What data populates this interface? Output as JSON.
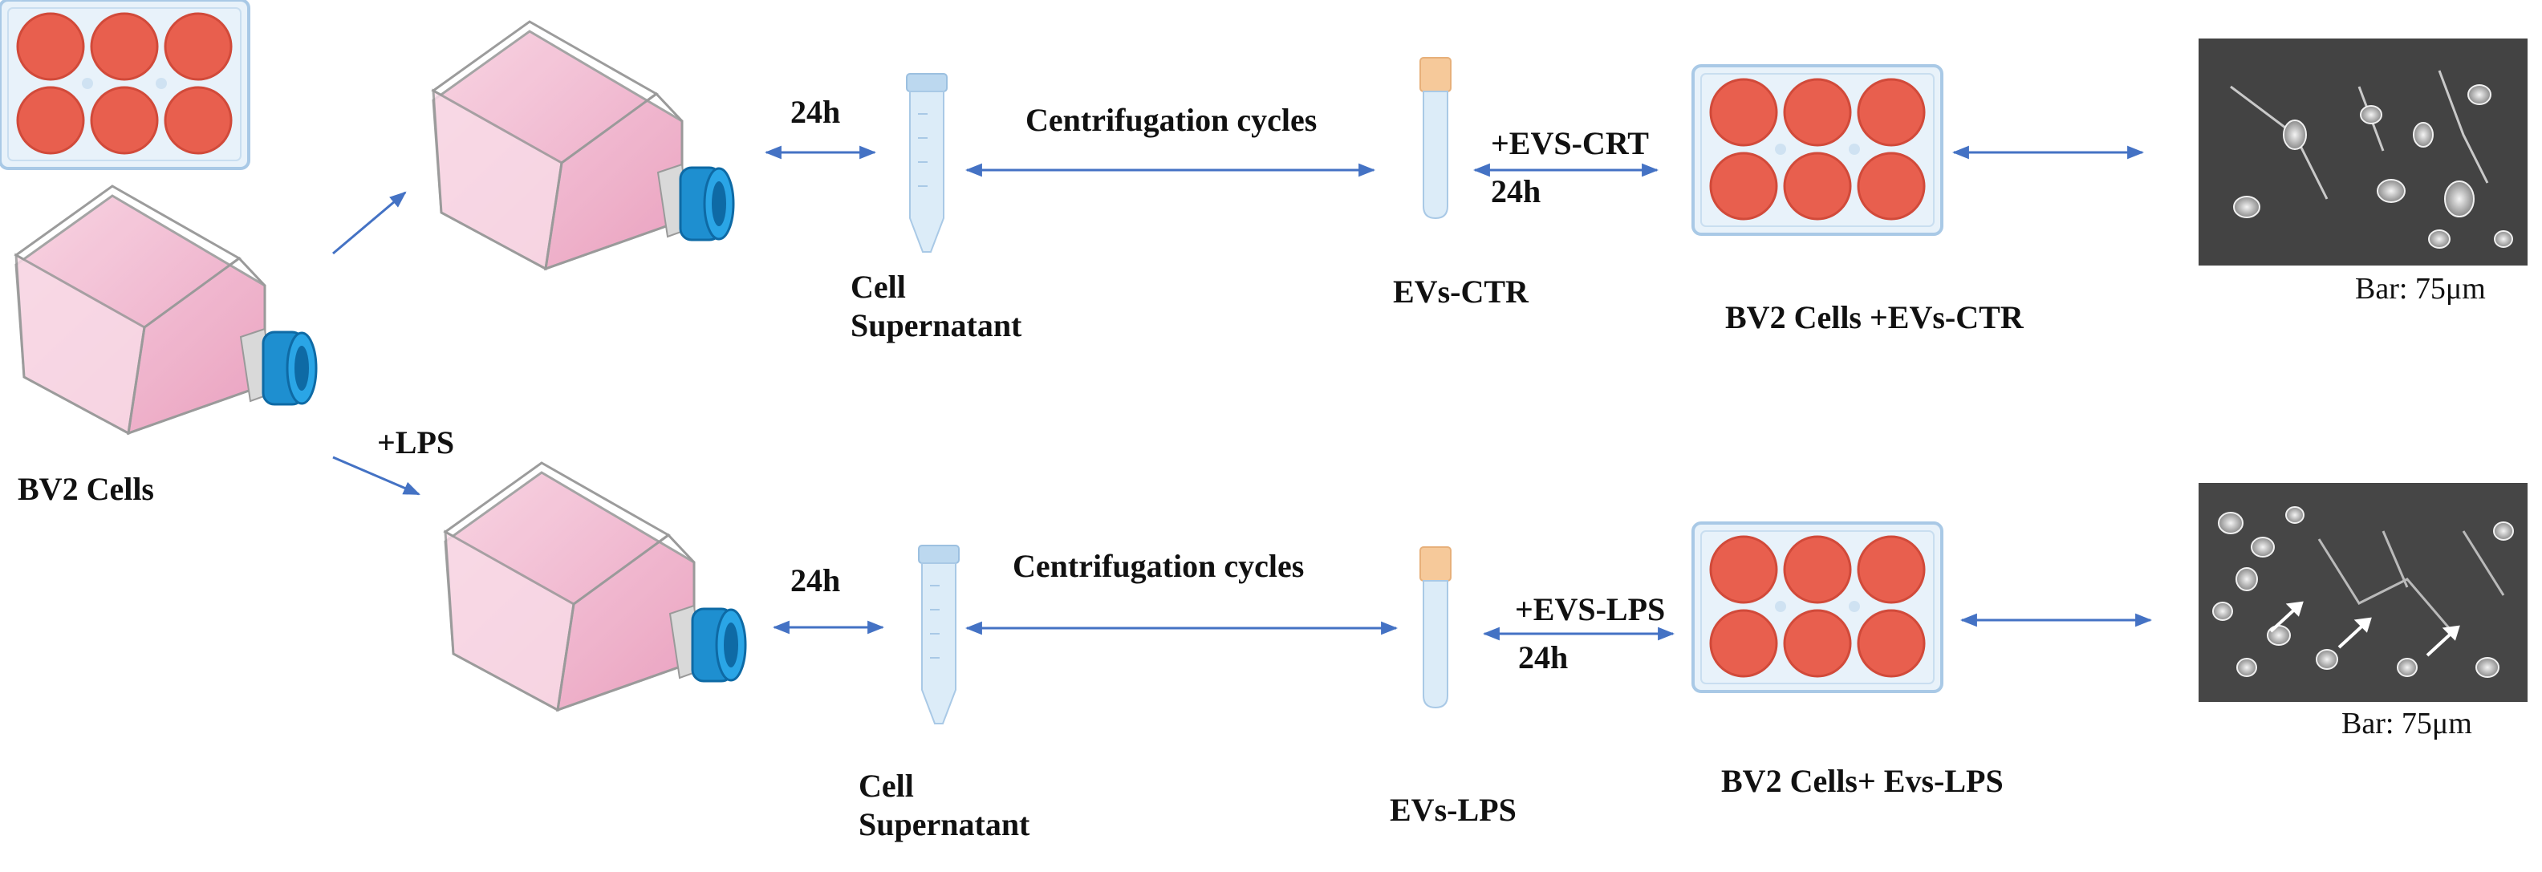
{
  "labels": {
    "bv2_cells": "BV2  Cells",
    "lps_treatment": "+LPS",
    "top_incubation": "24h",
    "top_centrifugation": "Centrifugation cycles",
    "top_supernatant": "Cell\nSupernatant",
    "top_evs": "EVs-CTR",
    "top_ev_treatment": "+EVS-CRT",
    "top_ev_incubation": "24h",
    "top_plate_label": "BV2  Cells +EVs-CTR",
    "top_scale_bar": "Bar: 75μm",
    "bottom_incubation": "24h",
    "bottom_centrifugation": "Centrifugation  cycles",
    "bottom_supernatant": "Cell\nSupernatant",
    "bottom_evs": "EVs-LPS",
    "bottom_ev_treatment": "+EVS-LPS",
    "bottom_ev_incubation": "24h",
    "bottom_plate_label": "BV2  Cells+ Evs-LPS",
    "bottom_scale_bar": "Bar: 75μm"
  },
  "colors": {
    "arrow": "#4472c4",
    "flask_media": "#f2b8cf",
    "flask_cap": "#1e8fd0",
    "tube": "#dcecf8",
    "tube_cap_blue": "#bcd8ef",
    "tube_cap_orange": "#f6c99a",
    "plate": "#e8f2fa",
    "well": "#e85f4e",
    "micrograph_bg": "#3a3a3a"
  }
}
